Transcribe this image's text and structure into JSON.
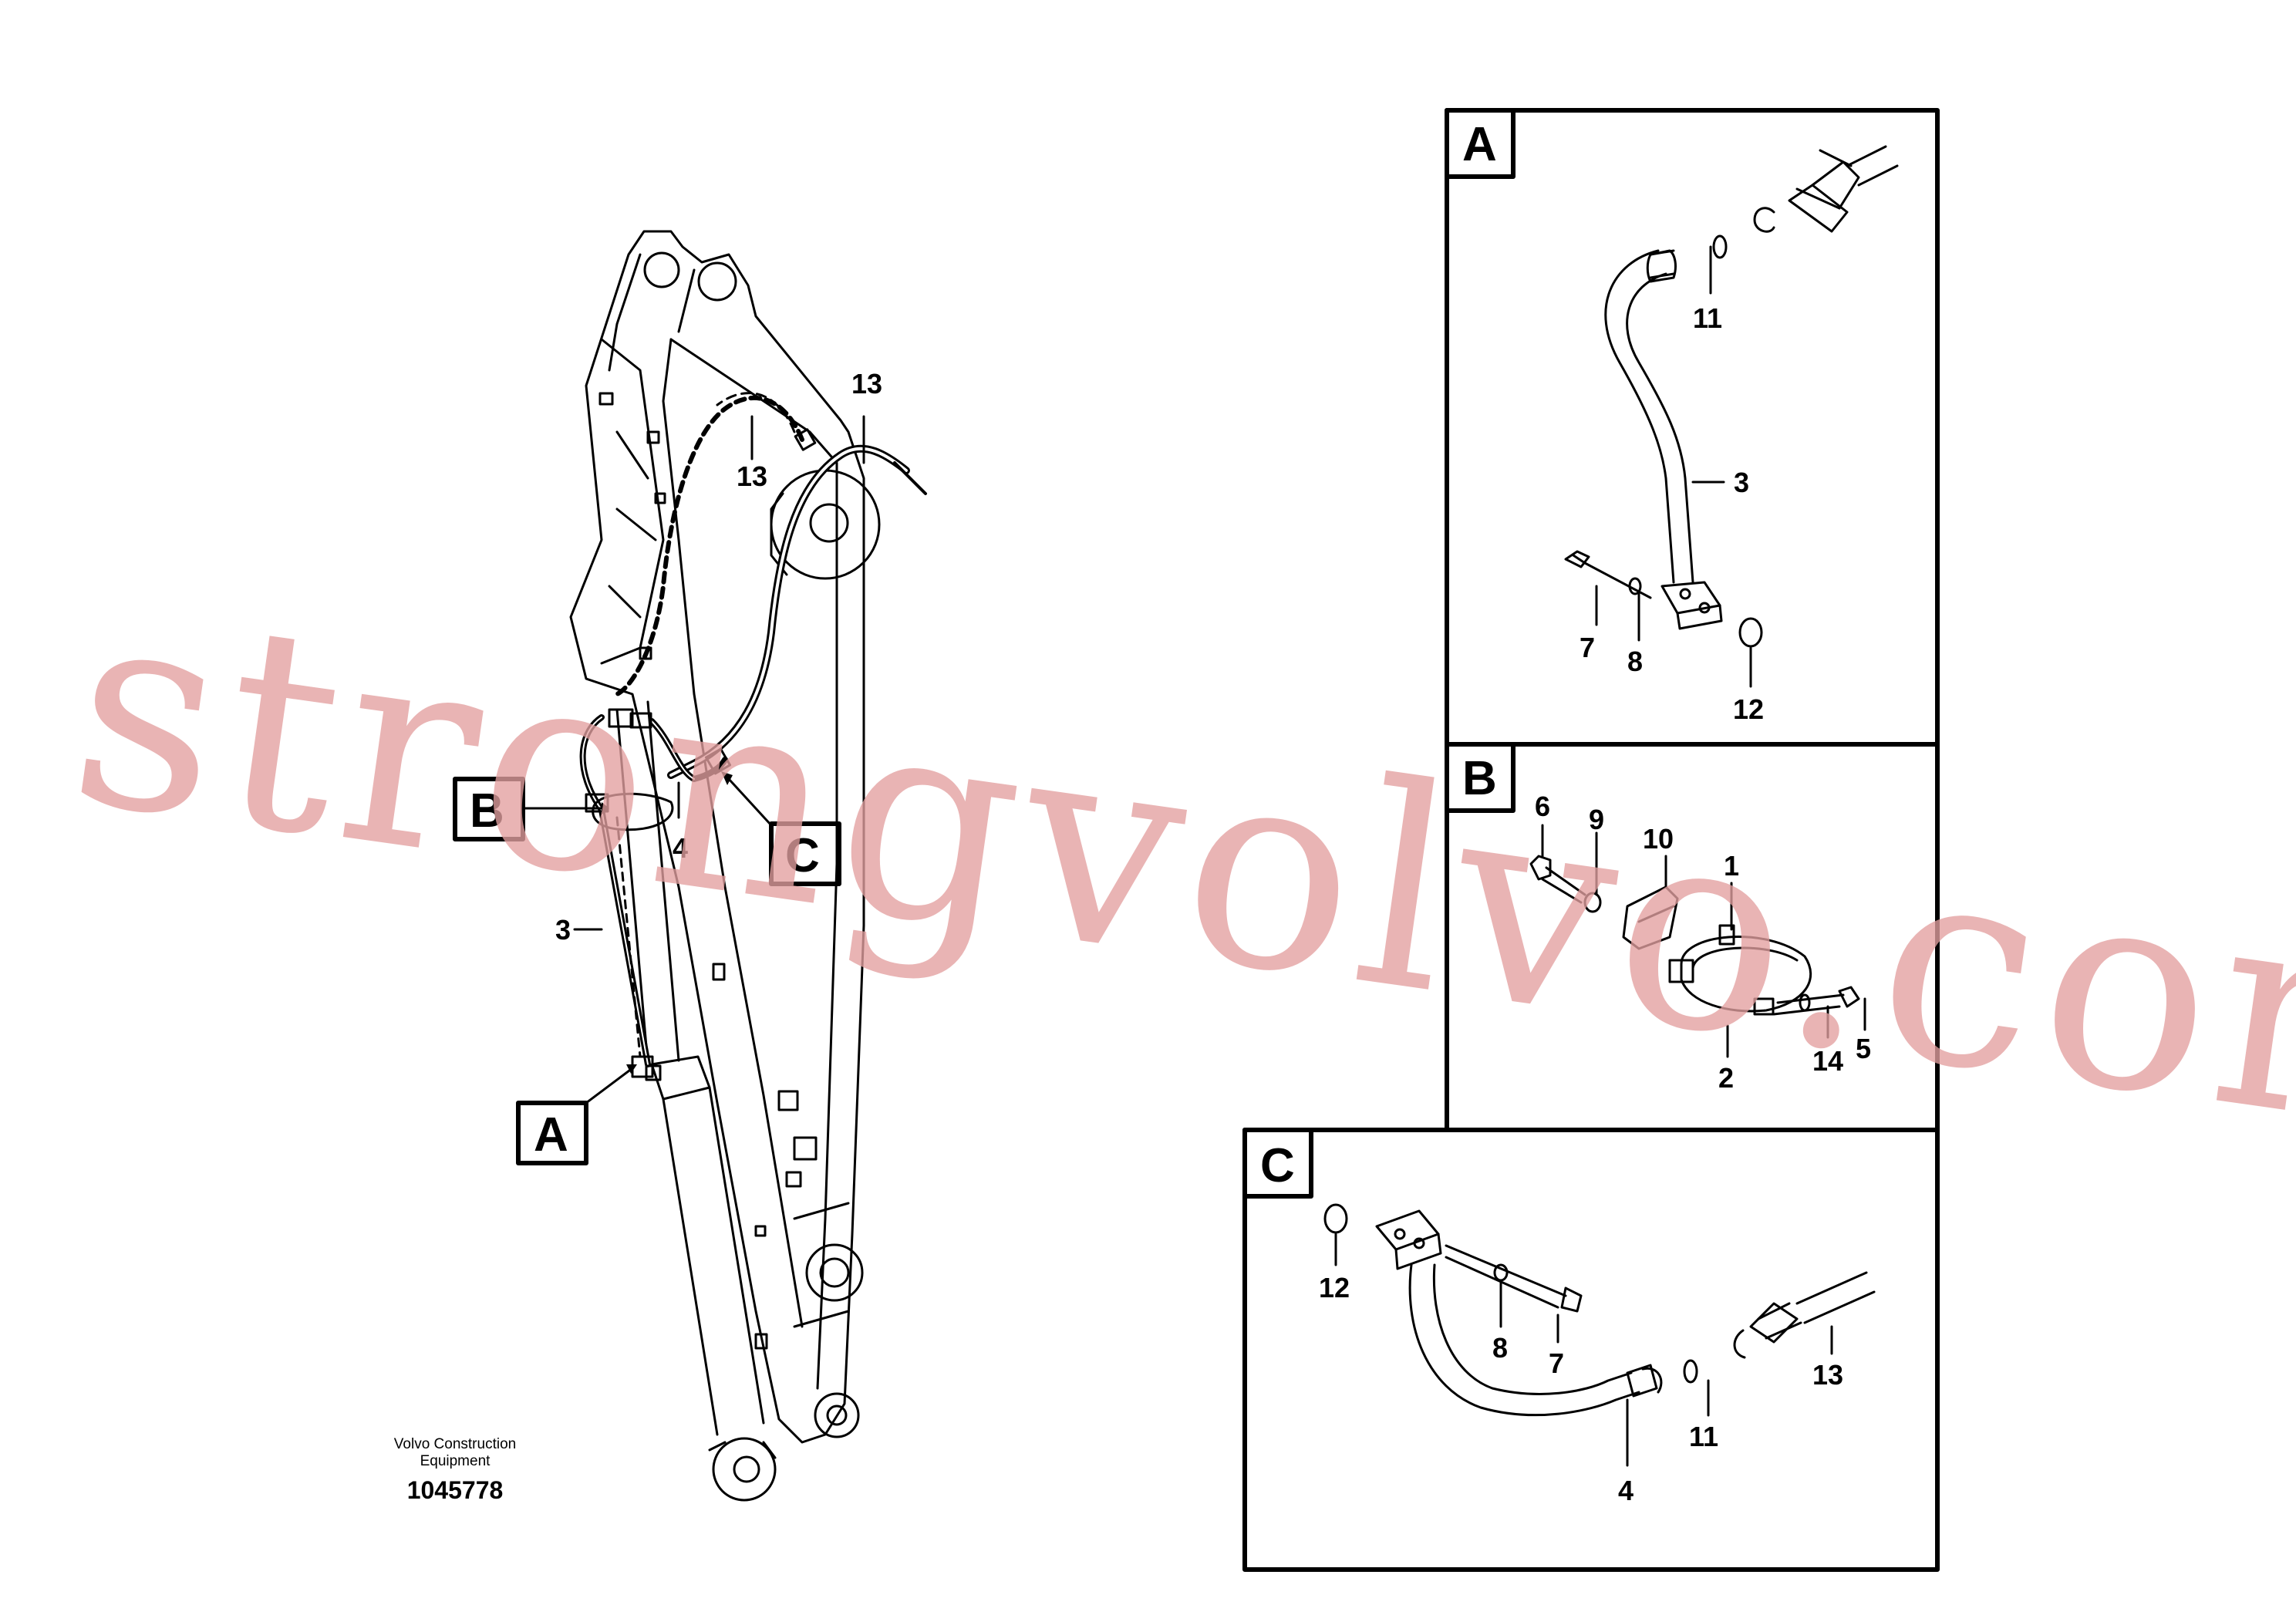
{
  "drawing": {
    "caption_line1": "Volvo Construction",
    "caption_line2": "Equipment",
    "drawing_number": "1045778"
  },
  "watermark": "strongvolvo.com",
  "main_view": {
    "labels": {
      "hose_upper_dashed": "13",
      "hose_upper_solid": "13",
      "pipe_right": "4",
      "pipe_left": "3",
      "view_b": "B",
      "view_c": "C",
      "view_a": "A"
    }
  },
  "detail_a": {
    "letter": "A",
    "labels": {
      "oring_small": "11",
      "pipe": "3",
      "bolt": "7",
      "washer": "8",
      "oring_flange": "12"
    }
  },
  "detail_b": {
    "letter": "B",
    "labels": {
      "bolt_long": "6",
      "washer": "9",
      "bracket": "10",
      "clamp_upper": "1",
      "clamp_lower": "2",
      "washer_right": "14",
      "bolt_right": "5"
    }
  },
  "detail_c": {
    "letter": "C",
    "labels": {
      "oring_flange": "12",
      "washer": "8",
      "bolt": "7",
      "hose": "13",
      "oring_small": "11",
      "pipe": "4"
    }
  }
}
